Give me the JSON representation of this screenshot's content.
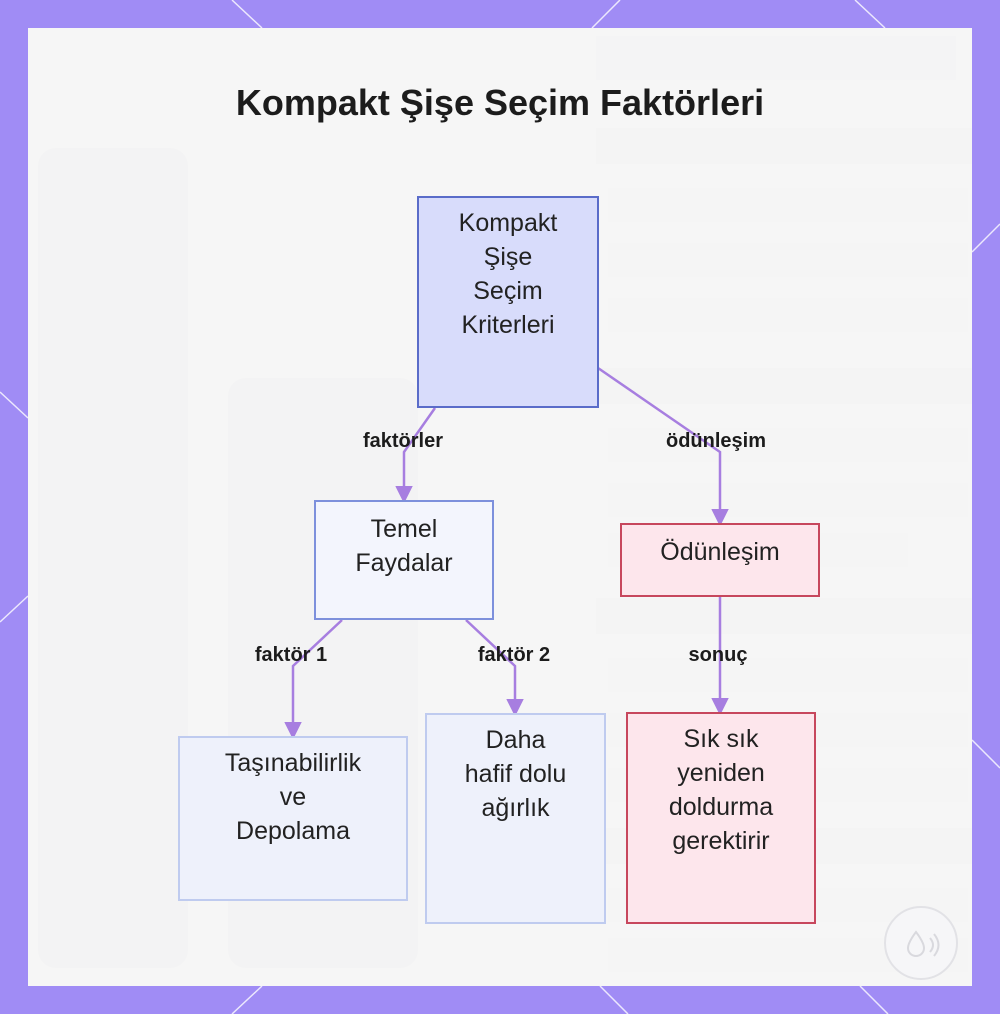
{
  "title": "Kompakt Şişe Seçim Faktörleri",
  "nodes": {
    "root": {
      "lines": [
        "Kompakt",
        "Şişe",
        "Seçim",
        "Kriterleri"
      ]
    },
    "benefits": {
      "lines": [
        "Temel",
        "Faydalar"
      ]
    },
    "tradeoff": {
      "lines": [
        "Ödünleşim"
      ]
    },
    "portability": {
      "lines": [
        "Taşınabilirlik",
        "ve",
        "Depolama"
      ]
    },
    "weight": {
      "lines": [
        "Daha",
        "hafif dolu",
        "ağırlık"
      ]
    },
    "refill": {
      "lines": [
        "Sık sık",
        "yeniden",
        "doldurma",
        "gerektirir"
      ]
    }
  },
  "edges": {
    "factors": "faktörler",
    "tradeoffs": "ödünleşim",
    "factor1": "faktör 1",
    "factor2": "faktör 2",
    "result": "sonuç"
  },
  "colors": {
    "frame": "#a08cf5",
    "edge": "#a77ee0",
    "root_fill": "#d8dcfb",
    "root_border": "#5a6cc9",
    "benefit_fill": "#f3f5fd",
    "benefit_border": "#7d90dc",
    "leaf_fill": "#eef1fb",
    "leaf_border": "#bfcbef",
    "trade_fill": "#fde6ec",
    "trade_border": "#c7475d"
  }
}
